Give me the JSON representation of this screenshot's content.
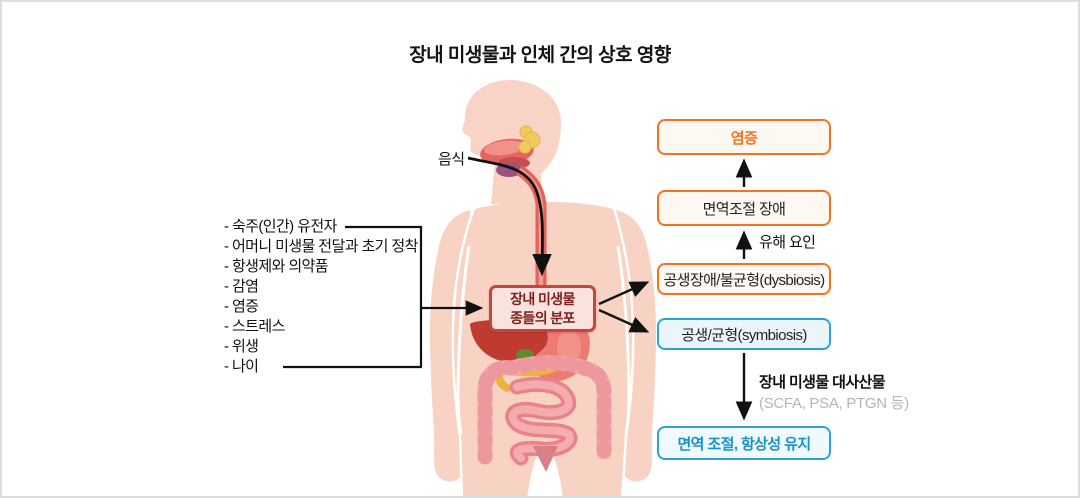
{
  "title": "장내 미생물과 인체 간의 상호 영향",
  "food_label": "음식",
  "factors": {
    "items": [
      "- 숙주(인간) 유전자",
      "- 어머니 미생물 전달과 초기 정착",
      "- 항생제와 의약품",
      "- 감염",
      "- 염증",
      "- 스트레스",
      "- 위생",
      "- 나이"
    ]
  },
  "center_box": {
    "line1": "장내 미생물",
    "line2": "종들의 분포"
  },
  "flow": {
    "boxes": [
      {
        "id": "inflammation",
        "label": "염증",
        "style": "orange",
        "emphasis": true
      },
      {
        "id": "immune-disorder",
        "label": "면역조절 장애",
        "style": "orange",
        "emphasis": false
      },
      {
        "id": "dysbiosis",
        "label": "공생장애/불균형(dysbiosis)",
        "style": "orange",
        "emphasis": false
      },
      {
        "id": "symbiosis",
        "label": "공생/균형(symbiosis)",
        "style": "blue",
        "emphasis": false
      },
      {
        "id": "immune-homeostasis",
        "label": "면역 조절, 항상성 유지",
        "style": "blue",
        "emphasis": true
      }
    ],
    "arrow_labels": {
      "harmful": "유해 요인",
      "metabolites_line1": "장내 미생물 대사산물",
      "metabolites_line2": "(SCFA, PSA, PTGN 등)"
    }
  },
  "colors": {
    "accent_orange": "#f17421",
    "accent_blue": "#2aa3db",
    "center_box_red": "#c24740",
    "skin": "#f8d2c3",
    "line_black": "#111111"
  }
}
